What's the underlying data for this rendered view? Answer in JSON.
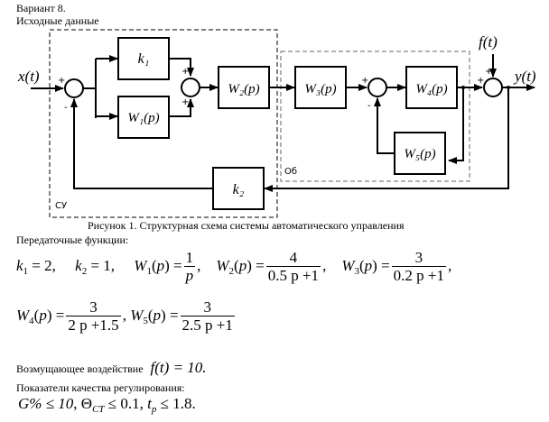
{
  "header": {
    "variant": "Вариант 8.",
    "section_title": "Исходные данные"
  },
  "diagram": {
    "input_signal": "x(t)",
    "output_signal": "y(t)",
    "disturbance_signal": "f(t)",
    "controller_label": "СУ",
    "plant_label": "Об",
    "blocks": {
      "k1": "k₁",
      "k2": "k₂",
      "w1": "W₁(p)",
      "w2": "W₂(p)",
      "w3": "W₃(p)",
      "w4": "W₄(p)",
      "w5": "W₅(p)"
    },
    "signs": {
      "sum1_in": "+",
      "sum1_fb": "-",
      "sum2_top": "+",
      "sum2_bottom": "+",
      "sum3_in": "+",
      "sum3_fb": "-",
      "sum4_in": "+",
      "sum4_f": "+"
    },
    "caption": "Рисунок 1. Структурная схема системы автоматического управления"
  },
  "transfer_functions": {
    "heading": "Передаточные функции:",
    "k1": {
      "name": "k",
      "sub": "1",
      "value": "2"
    },
    "k2": {
      "name": "k",
      "sub": "2",
      "value": "1"
    },
    "w1": {
      "name": "W",
      "sub": "1",
      "num": "1",
      "den": "p"
    },
    "w2": {
      "name": "W",
      "sub": "2",
      "num": "4",
      "den": "0.5 p +1"
    },
    "w3": {
      "name": "W",
      "sub": "3",
      "num": "3",
      "den": "0.2 p +1"
    },
    "w4": {
      "name": "W",
      "sub": "4",
      "num": "3",
      "den": "2 p +1.5"
    },
    "w5": {
      "name": "W",
      "sub": "5",
      "num": "3",
      "den": "2.5 p +1"
    }
  },
  "disturbance": {
    "label": "Возмущающее воздействие",
    "expr": "f(t) = 10."
  },
  "quality": {
    "heading": "Показатели качества регулирования:",
    "overshoot": "G% ≤ 10",
    "static_error_symbol": "Θ",
    "static_error_sub": "CT",
    "static_error_bound": "≤ 0.1",
    "settling_symbol": "t",
    "settling_sub": "p",
    "settling_bound": "≤ 1.8."
  }
}
